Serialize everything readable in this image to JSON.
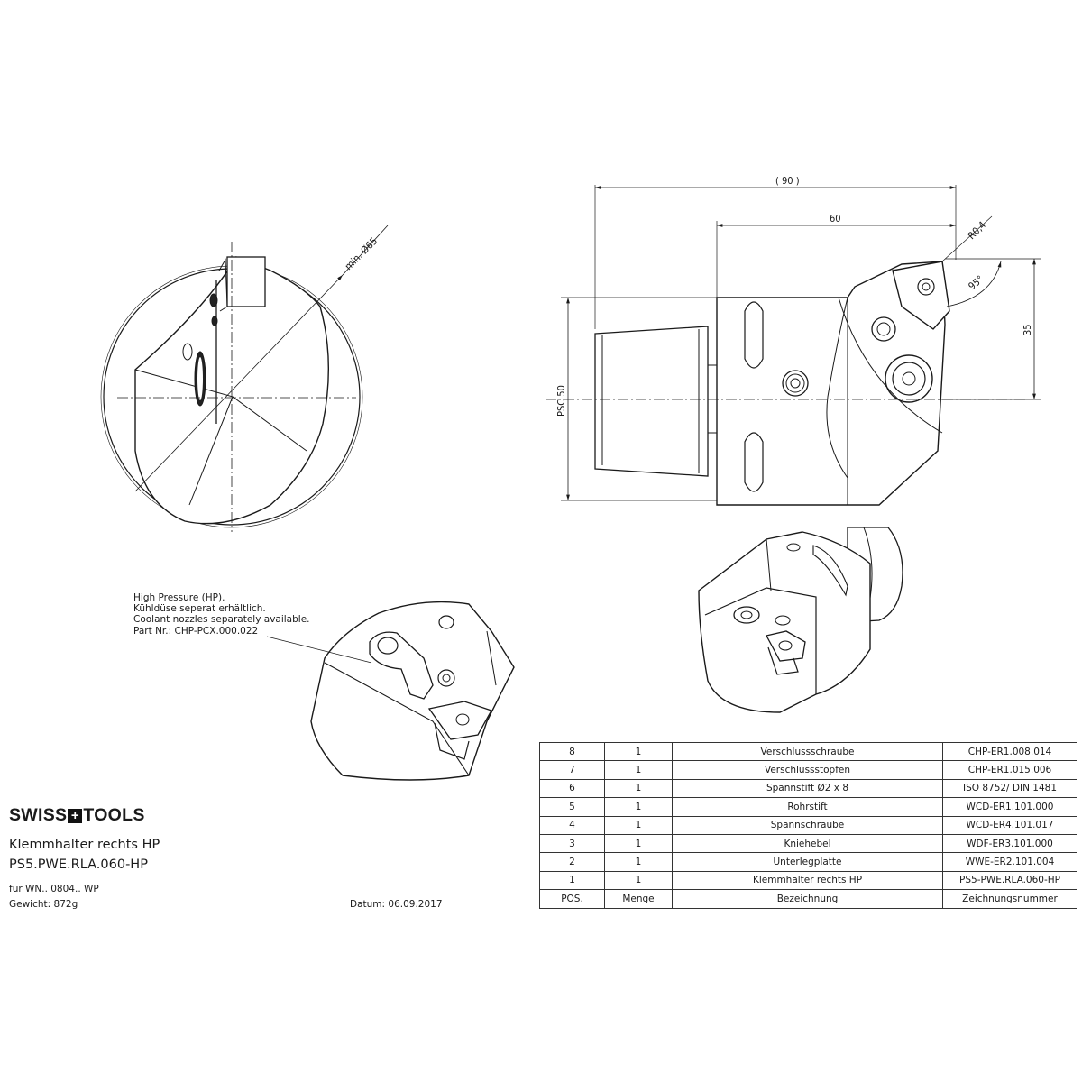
{
  "dimensions": {
    "d90": "( 90 )",
    "d60": "60",
    "r04": "R0,4",
    "a95": "95°",
    "d35": "35",
    "psc": "PSC 50",
    "min65": "min. Ø65"
  },
  "note": {
    "line1": "High Pressure (HP).",
    "line2": "Kühldüse seperat erhältlich.",
    "line3": "Coolant nozzles separately available.",
    "line4": "Part Nr.: CHP-PCX.000.022"
  },
  "title_block": {
    "logo_left": "SWISS",
    "logo_right": "TOOLS",
    "title": "Klemmhalter rechts HP",
    "code": "PS5.PWE.RLA.060-HP",
    "for": "für WN.. 0804.. WP",
    "weight": "Gewicht: 872g",
    "date": "Datum: 06.09.2017"
  },
  "bom": {
    "rows": [
      {
        "pos": "8",
        "qty": "1",
        "name": "Verschlussschraube",
        "number": "CHP-ER1.008.014"
      },
      {
        "pos": "7",
        "qty": "1",
        "name": "Verschlussstopfen",
        "number": "CHP-ER1.015.006"
      },
      {
        "pos": "6",
        "qty": "1",
        "name": "Spannstift Ø2 x 8",
        "number": "ISO 8752/ DIN 1481"
      },
      {
        "pos": "5",
        "qty": "1",
        "name": "Rohrstift",
        "number": "WCD-ER1.101.000"
      },
      {
        "pos": "4",
        "qty": "1",
        "name": "Spannschraube",
        "number": "WCD-ER4.101.017"
      },
      {
        "pos": "3",
        "qty": "1",
        "name": "Kniehebel",
        "number": "WDF-ER3.101.000"
      },
      {
        "pos": "2",
        "qty": "1",
        "name": "Unterlegplatte",
        "number": "WWE-ER2.101.004"
      },
      {
        "pos": "1",
        "qty": "1",
        "name": "Klemmhalter rechts HP",
        "number": "PS5-PWE.RLA.060-HP"
      }
    ],
    "header": {
      "pos": "POS.",
      "qty": "Menge",
      "name": "Bezeichnung",
      "number": "Zeichnungsnummer"
    }
  }
}
